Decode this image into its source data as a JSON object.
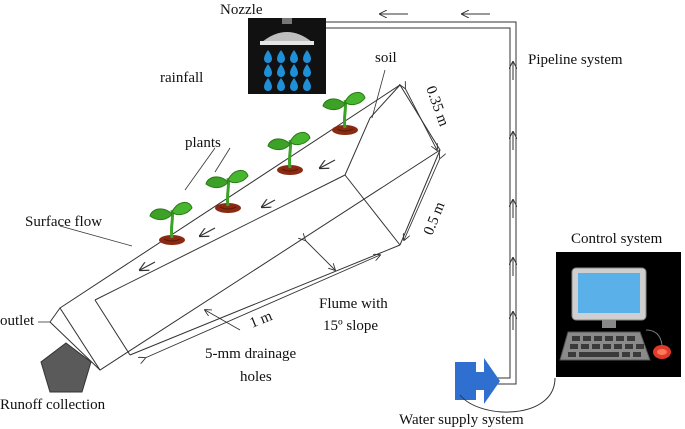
{
  "labels": {
    "nozzle": "Nozzle",
    "pipeline_system": "Pipeline system",
    "rainfall": "rainfall",
    "soil": "soil",
    "plants": "plants",
    "depth": "0.35 m",
    "width": "0.5 m",
    "surface_flow": "Surface flow",
    "control_system": "Control system",
    "outlet": "outlet",
    "flume_line1": "Flume with",
    "flume_line2": "15º slope",
    "length": "1 m",
    "drainage_line1": "5-mm drainage",
    "drainage_line2": "holes",
    "runoff_collection": "Runoff collection",
    "water_supply": "Water supply system"
  },
  "colors": {
    "line": "#333333",
    "nozzle_dark": "#1a1a1a",
    "water_drop": "#1f8fd8",
    "leaf": "#3da127",
    "soil_mound": "#8a2a12",
    "collector": "#5a5a5a",
    "water_supply": "#2f6fd0",
    "monitor": "#5ab0e8"
  },
  "icons": {
    "nozzle": "nozzle-icon",
    "plant": "plant-icon",
    "collector": "pentagon-collector-icon",
    "pump": "pump-icon",
    "computer": "computer-icon"
  }
}
